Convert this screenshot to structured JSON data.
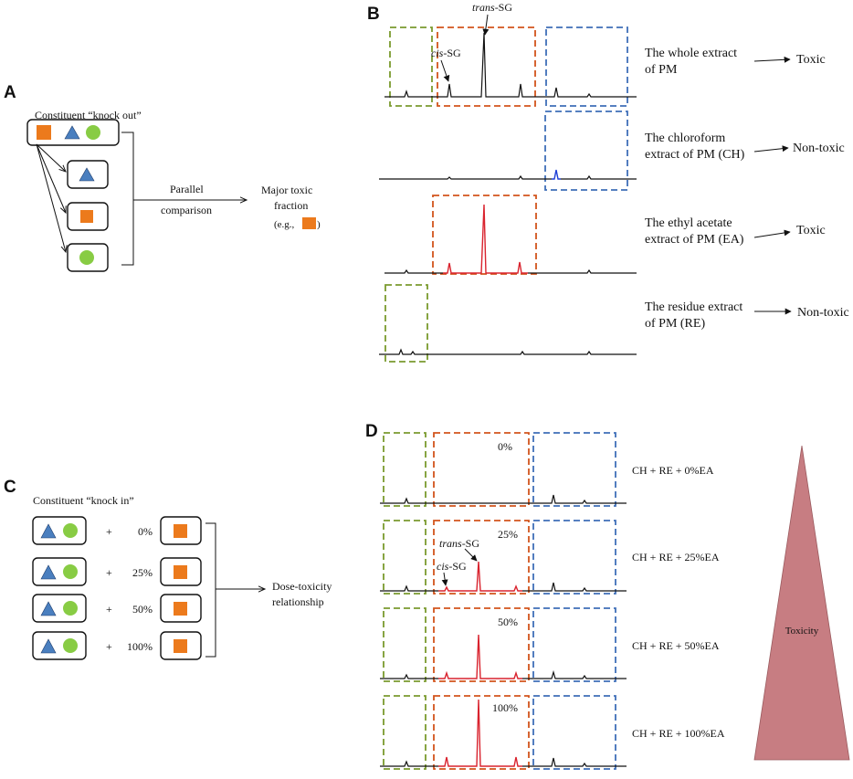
{
  "colors": {
    "orange": "#ec7a1c",
    "blue": "#4a7fbf",
    "green": "#88cc44",
    "trace_black": "#111111",
    "trace_red": "#d9232e",
    "trace_blue": "#1f3fd6",
    "box_green": "#7a9a2e",
    "box_orange": "#d2541c",
    "box_blue": "#3f6fb8",
    "triangle_fill": "#c77d82"
  },
  "panel_a": {
    "letter": "A",
    "title": "Constituent “knock out”",
    "parallel_line1": "Parallel",
    "parallel_line2": "comparison",
    "result_line1": "Major toxic",
    "result_line2": "fraction",
    "result_eg_open": "(e.g.,",
    "result_eg_close": ")"
  },
  "panel_b": {
    "letter": "B",
    "trans_label_italic": "trans",
    "trans_label_rest": "-SG",
    "cis_label_italic": "cis",
    "cis_label_rest": "-SG",
    "rows": [
      {
        "line1": "The whole extract",
        "line2": "of PM",
        "result": "Toxic"
      },
      {
        "line1": "The chloroform",
        "line2": "extract of PM (CH)",
        "result": "Non-toxic"
      },
      {
        "line1": "The ethyl acetate",
        "line2": "extract of PM (EA)",
        "result": "Toxic"
      },
      {
        "line1": "The residue extract",
        "line2": "of PM (RE)",
        "result": "Non-toxic"
      }
    ]
  },
  "panel_c": {
    "letter": "C",
    "title": "Constituent “knock in”",
    "plus": "+",
    "percents": [
      "0%",
      "25%",
      "50%",
      "100%"
    ],
    "result_line1": "Dose-toxicity",
    "result_line2": "relationship"
  },
  "panel_d": {
    "letter": "D",
    "trans_label_italic": "trans",
    "trans_label_rest": "-SG",
    "cis_label_italic": "cis",
    "cis_label_rest": "-SG",
    "rows": [
      {
        "percent": "0%",
        "label": "CH + RE + 0%EA"
      },
      {
        "percent": "25%",
        "label": "CH + RE + 25%EA"
      },
      {
        "percent": "50%",
        "label": "CH + RE + 50%EA"
      },
      {
        "percent": "100%",
        "label": "CH + RE + 100%EA"
      }
    ],
    "toxicity_label": "Toxicity"
  }
}
